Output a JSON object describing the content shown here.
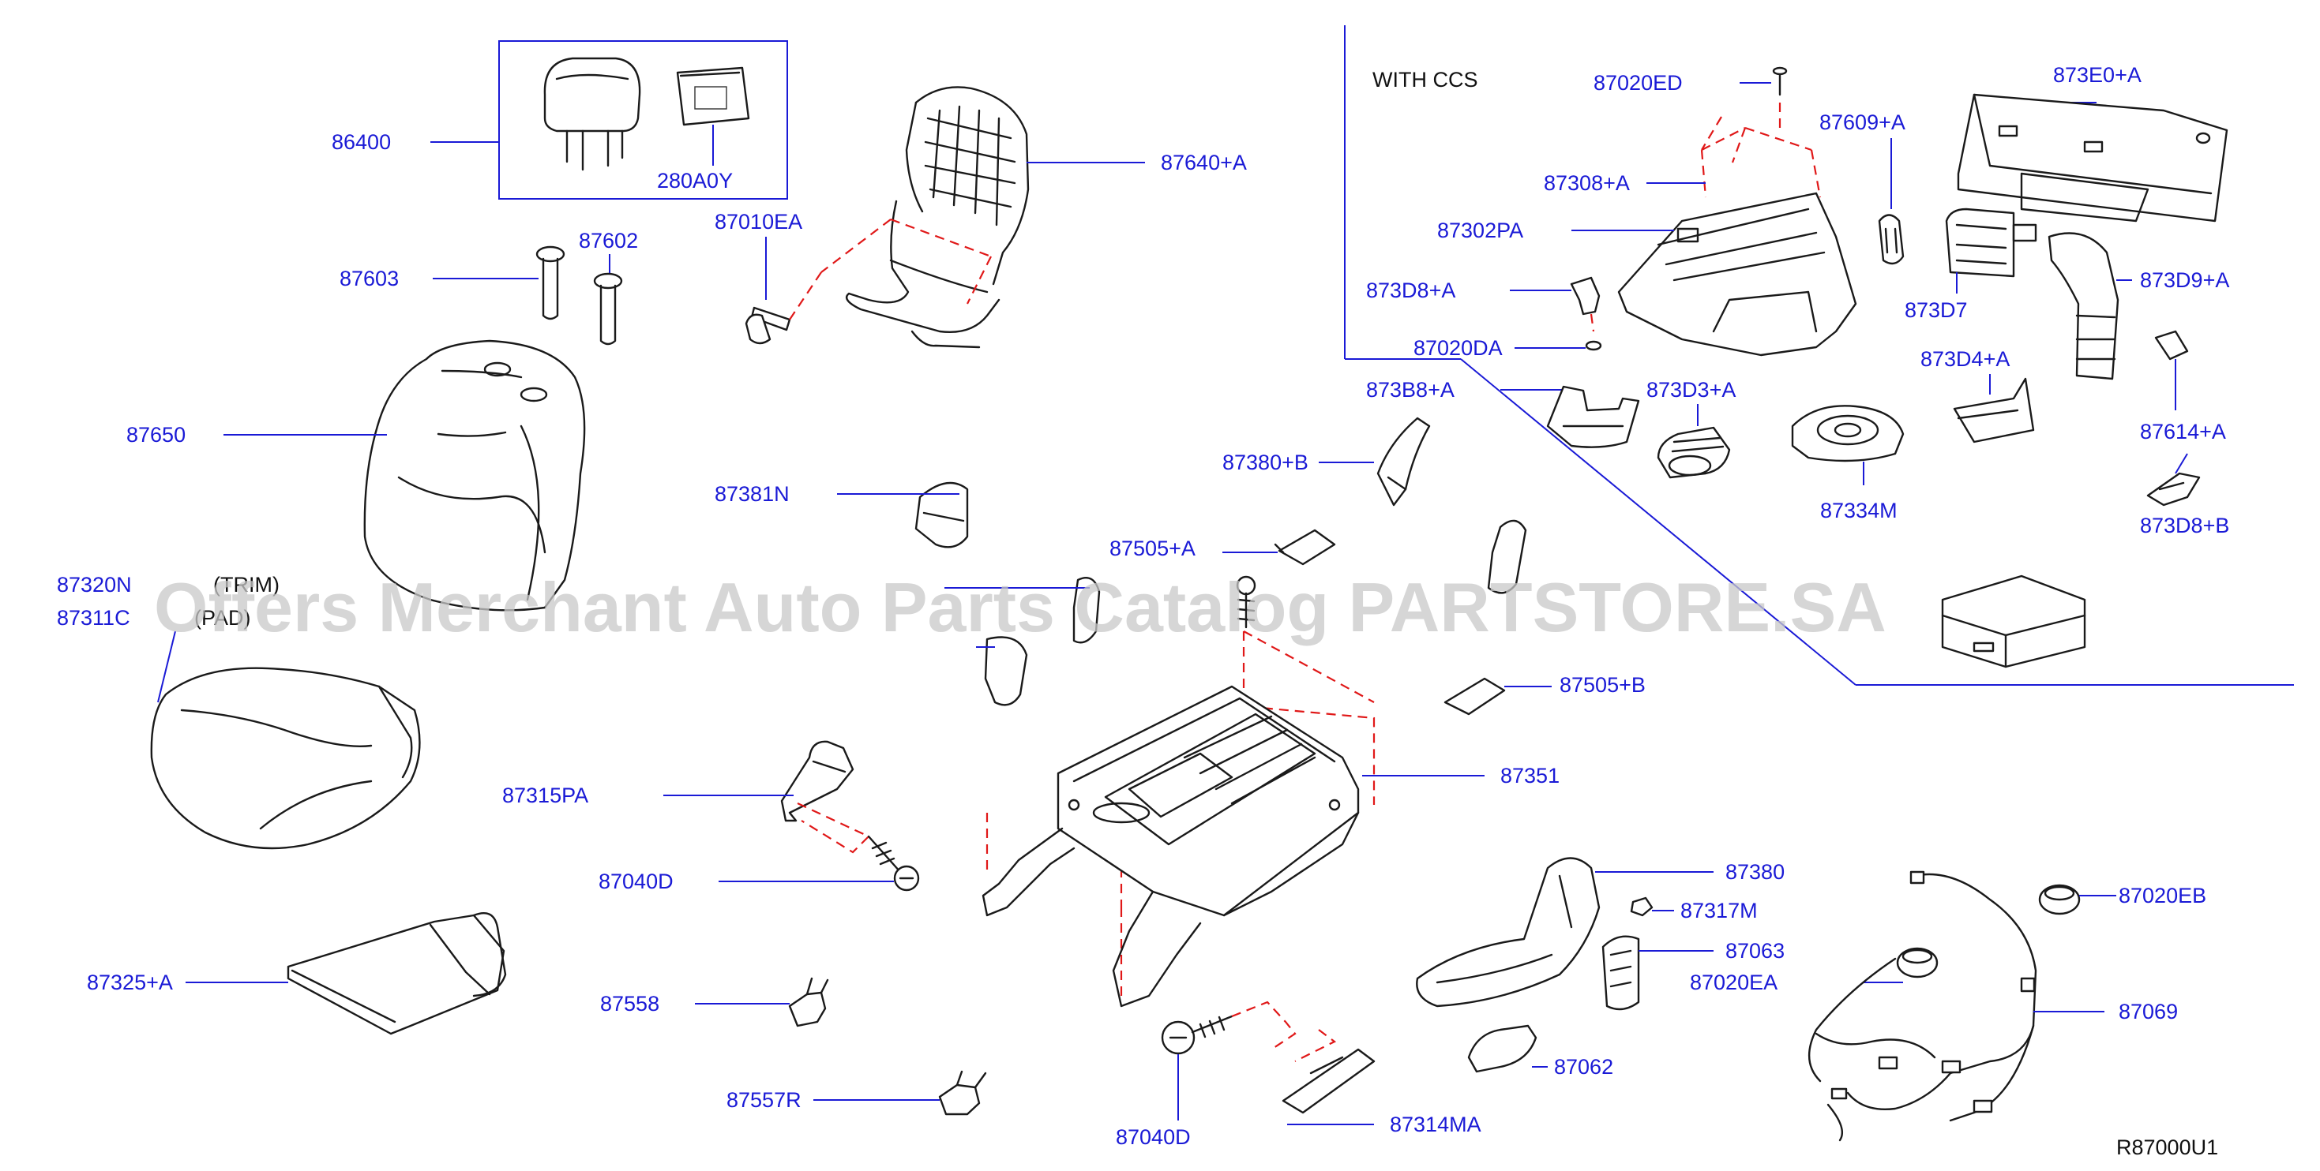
{
  "diagram_code": "R87000U1",
  "section_note": "WITH   CCS",
  "watermark": "Offers Merchant Auto Parts Catalog PARTSTORE.SA",
  "parts": {
    "p86400": "86400",
    "p280A0Y": "280A0Y",
    "p87602": "87602",
    "p87603": "87603",
    "p87650": "87650",
    "p87320N": "87320N",
    "p87311C": "87311C",
    "p87640A": "87640+A",
    "p87010EA": "87010EA",
    "p87381N": "87381N",
    "p87315PA": "87315PA",
    "p87040Da": "87040D",
    "p87325A": "87325+A",
    "p87558": "87558",
    "p87557R": "87557R",
    "p87380B": "87380+B",
    "p87505A": "87505+A",
    "p87505B": "87505+B",
    "p87351": "87351",
    "p87380": "87380",
    "p87317M": "87317M",
    "p87063": "87063",
    "p87020EA": "87020EA",
    "p87062": "87062",
    "p87040Db": "87040D",
    "p87314MA": "87314MA",
    "p87020EB": "87020EB",
    "p87069": "87069",
    "p87020ED": "87020ED",
    "p87609A": "87609+A",
    "p873E0A": "873E0+A",
    "p87308A": "87308+A",
    "p87302PA": "87302PA",
    "p873D8A": "873D8+A",
    "p87020DA": "87020DA",
    "p873D7": "873D7",
    "p873D9A": "873D9+A",
    "p873D4A": "873D4+A",
    "p873B8A": "873B8+A",
    "p873D3A": "873D3+A",
    "p87614A": "87614+A",
    "p87334M": "87334M",
    "p873D8B": "873D8+B"
  }
}
